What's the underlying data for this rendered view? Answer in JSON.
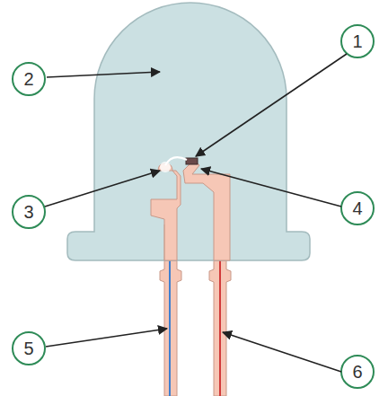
{
  "diagram": {
    "labels": [
      "2",
      "1",
      "3",
      "4",
      "5",
      "6"
    ]
  }
}
